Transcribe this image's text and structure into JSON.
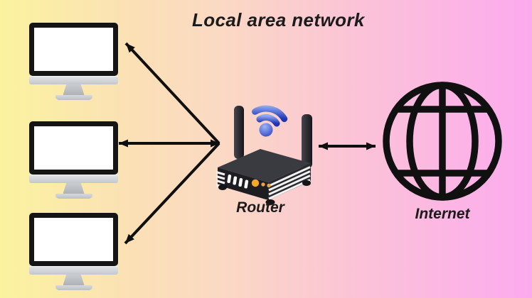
{
  "title": "Local area network",
  "nodes": {
    "computers": [
      {
        "id": "computer-1",
        "type": "desktop-monitor"
      },
      {
        "id": "computer-2",
        "type": "desktop-monitor"
      },
      {
        "id": "computer-3",
        "type": "desktop-monitor"
      }
    ],
    "router": {
      "label": "Router",
      "icon": "wifi-router-3d"
    },
    "internet": {
      "label": "Internet",
      "icon": "globe-icon"
    }
  },
  "connections": [
    {
      "from": "computer-1",
      "to": "router",
      "arrows": "both-ends"
    },
    {
      "from": "computer-2",
      "to": "router",
      "arrows": "both-ends"
    },
    {
      "from": "computer-3",
      "to": "router",
      "arrows": "both-ends"
    },
    {
      "from": "router",
      "to": "internet",
      "arrows": "both-ends"
    }
  ],
  "colors": {
    "background_gradient": [
      "#fbf39f",
      "#fbd9c4",
      "#fcaaee"
    ],
    "line_black": "#0f0f0f",
    "wifi_blue_light": "#87a4f4",
    "wifi_blue_dark": "#1f33b3",
    "led_orange": "#f5a728",
    "monitor_silver": "#c3c7cb"
  }
}
